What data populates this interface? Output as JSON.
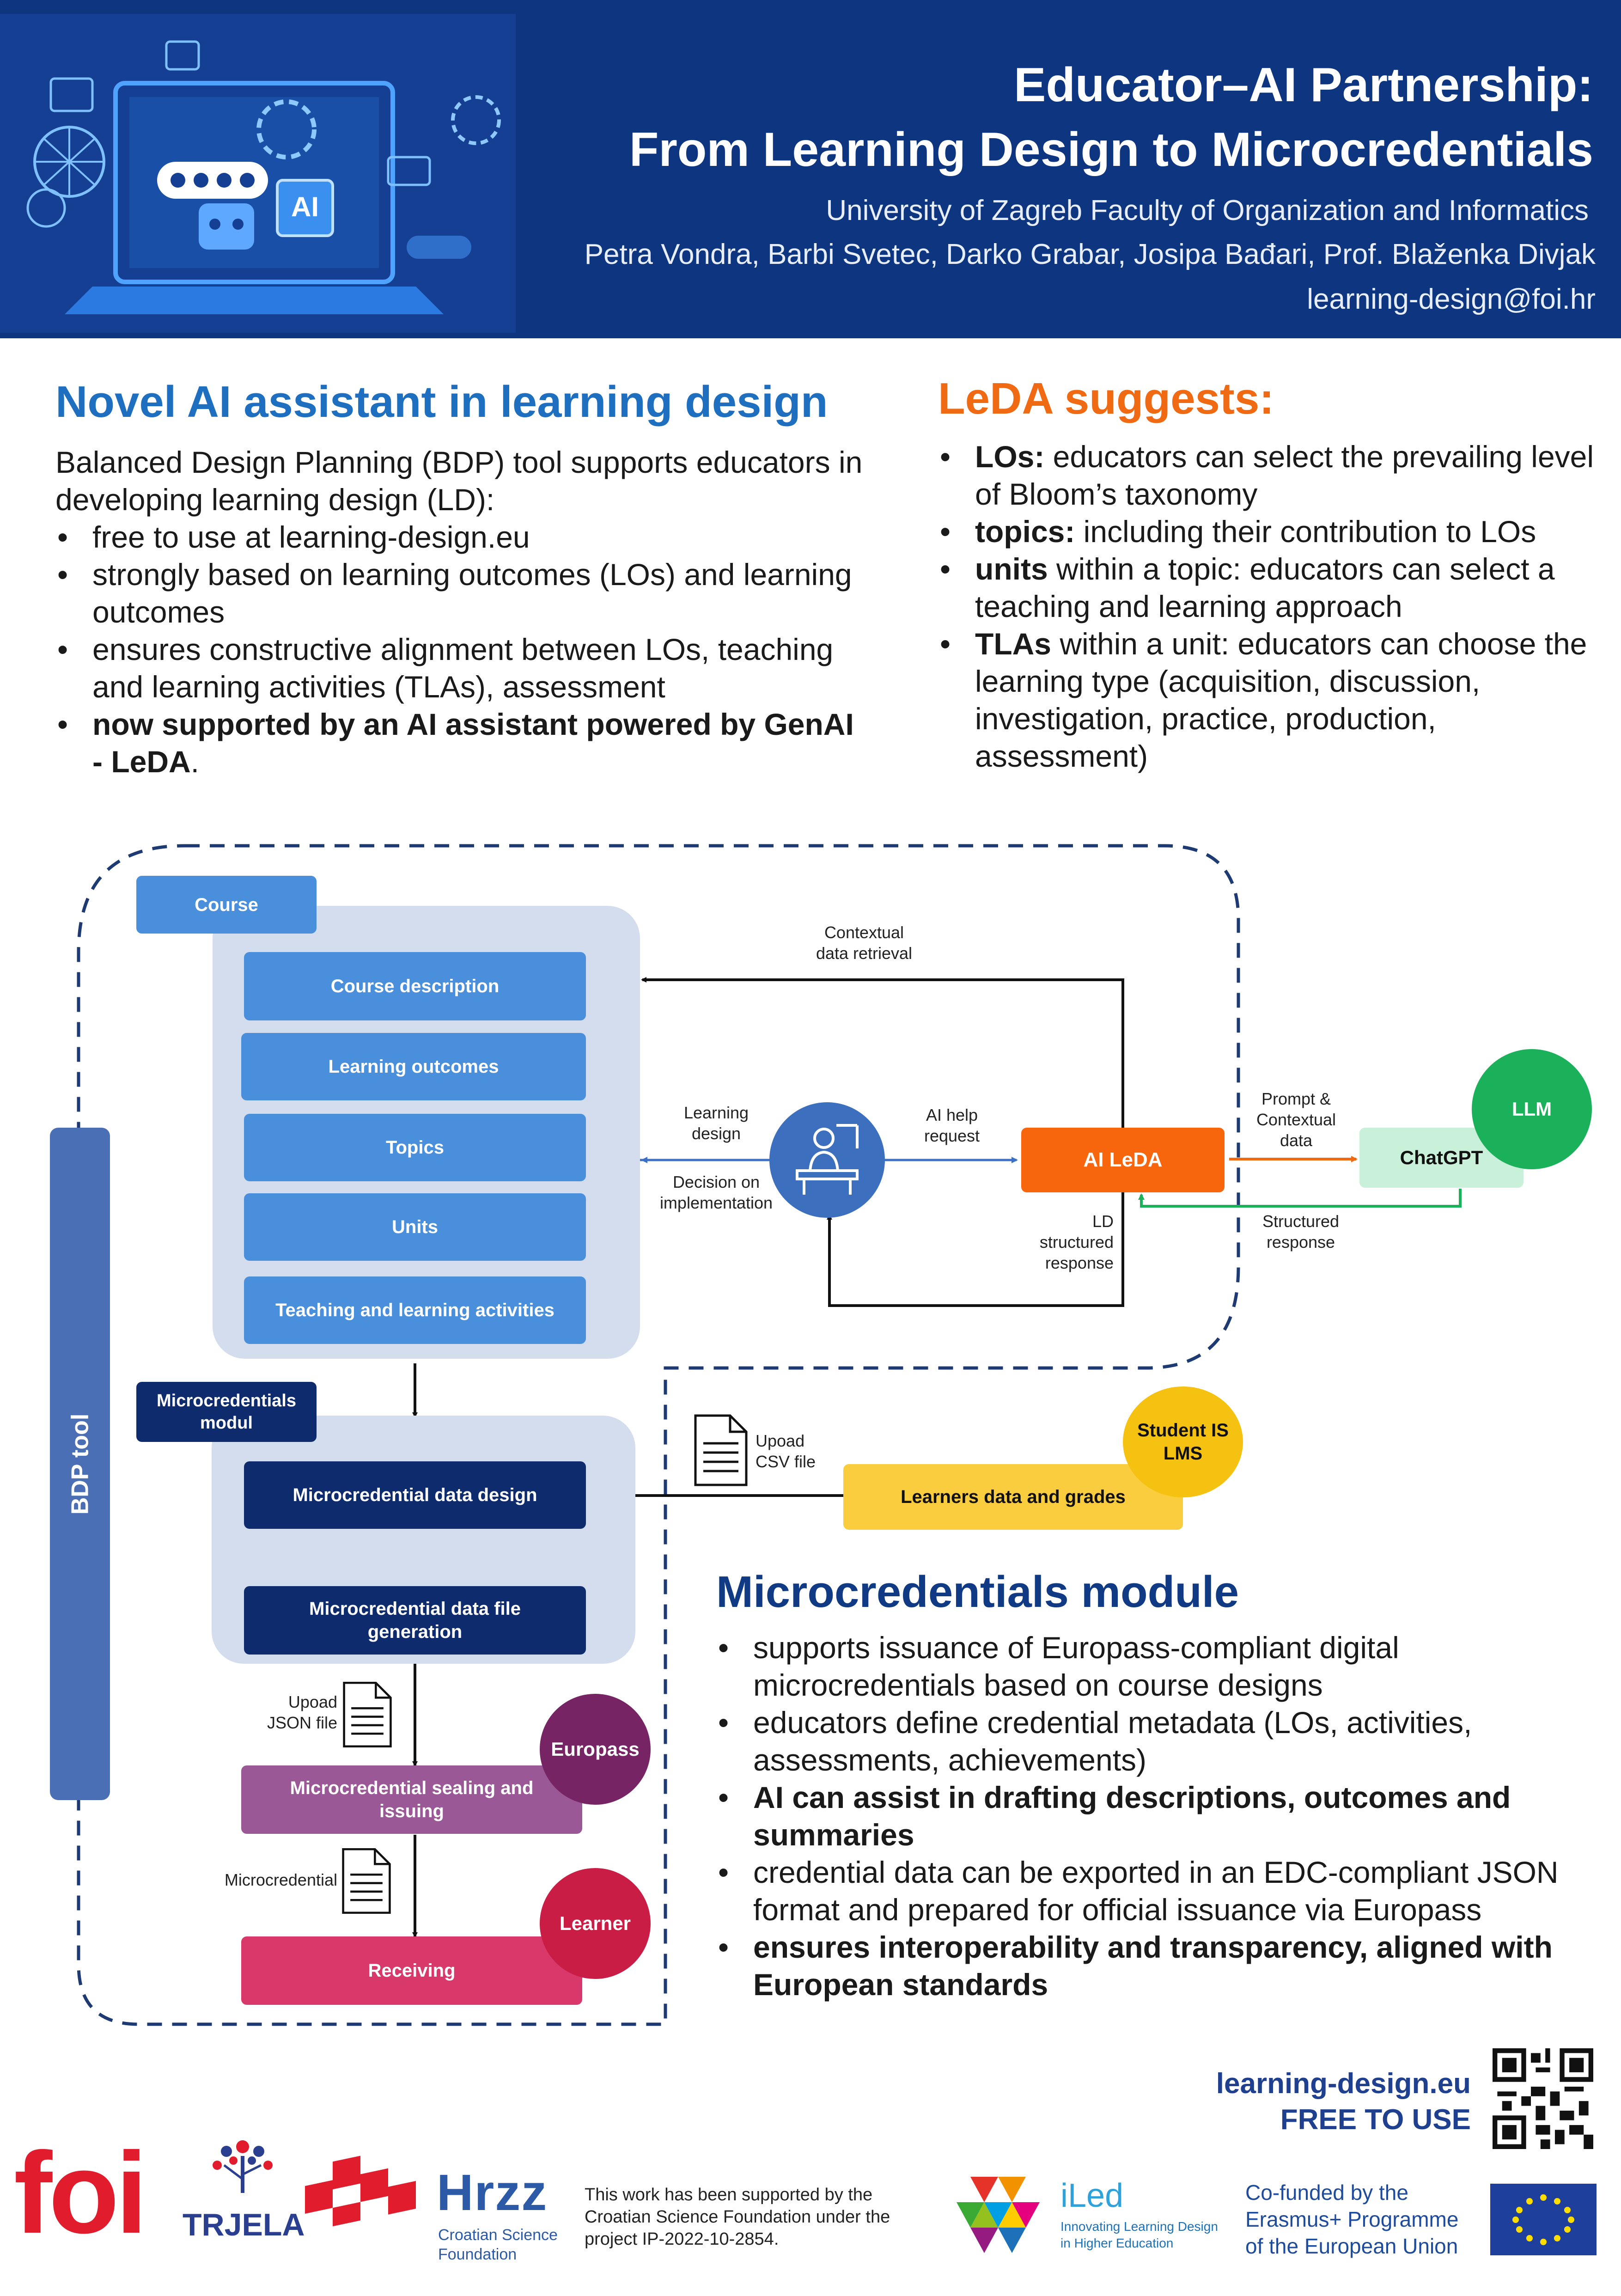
{
  "header": {
    "art_label": "AI",
    "title_line1": "Educator–AI Partnership:",
    "title_line2": "From Learning Design to Microcredentials",
    "institution": "University of Zagreb Faculty of Organization and Informatics",
    "authors": "Petra Vondra, Barbi Svetec, Darko Grabar, Josipa Bađari, Prof. Blaženka Divjak",
    "email": "learning-design@foi.hr"
  },
  "novel": {
    "title": "Novel AI assistant in learning design",
    "intro": "Balanced Design Planning (BDP) tool supports educators in developing learning design (LD):",
    "bullets": [
      "free to use at learning-design.eu",
      "strongly based on learning outcomes (LOs) and learning outcomes",
      "ensures constructive alignment between LOs, teaching and learning activities (TLAs), assessment"
    ],
    "bullet_bold": "now supported by an AI assistant powered by GenAI - LeDA",
    "bullet_bold_end": "."
  },
  "leda": {
    "title": "LeDA suggests:",
    "items": [
      {
        "term": "LOs:",
        "text": " educators can select the prevailing level of Bloom’s taxonomy"
      },
      {
        "term": "topics:",
        "text": " including their contribution to LOs"
      },
      {
        "term": "units",
        "text": " within a topic: educators can select a teaching and learning approach"
      },
      {
        "term": "TLAs",
        "text": " within a unit: educators can choose the learning type (acquisition, discussion, investigation, practice, production, assessment)"
      }
    ]
  },
  "diagram": {
    "course_tag": "Course",
    "course_items": [
      "Course description",
      "Learning outcomes",
      "Topics",
      "Units",
      "Teaching and learning activities"
    ],
    "bdp_tool": "BDP tool",
    "contextual_retrieval": "Contextual\ndata retrieval",
    "learning_design": "Learning\ndesign",
    "decision": "Decision on\nimplementation",
    "ai_help": "AI help\nrequest",
    "ai_leda": "AI LeDA",
    "prompt": "Prompt &\nContextual\ndata",
    "chatgpt": "ChatGPT",
    "llm": "LLM",
    "structured_response": "Structured\nresponse",
    "ld_structured_response": "LD\nstructured\nresponse",
    "micro_tag": "Microcredentials\nmodul",
    "micro_data_design": "Microcredential data design",
    "micro_file_gen": "Microcredential data file\ngeneration",
    "upload_csv": "Upoad\nCSV file",
    "learners_data": "Learners data and grades",
    "student_is": "Student IS\nLMS",
    "upload_json": "Upoad\nJSON file",
    "europass": "Europass",
    "sealing": "Microcredential sealing and\nissuing",
    "microcredential_label": "Microcredential",
    "learner": "Learner",
    "receiving": "Receiving"
  },
  "micro": {
    "title": "Microcredentials module",
    "bullets": [
      {
        "text": "supports issuance of Europass-compliant digital microcredentials based on course designs",
        "bold": false
      },
      {
        "text": "educators define credential metadata (LOs, activities, assessments, achievements)",
        "bold": false
      },
      {
        "text": "AI can assist in drafting descriptions, outcomes and summaries",
        "bold": true
      },
      {
        "text": "credential data can be exported in an EDC-compliant JSON format and prepared for official issuance via Europass",
        "bold": false
      },
      {
        "text": "ensures interoperability and transparency, aligned with European standards",
        "bold": true
      }
    ]
  },
  "footer": {
    "site": "learning-design.eu",
    "free": "FREE TO USE",
    "foi": "foi",
    "trjela": "TRJELA",
    "hrzz": "Hrzz",
    "hrzz_sub": "Croatian Science\nFoundation",
    "support": "This work has been supported by the Croatian Science Foundation under the project IP-2022-10-2854.",
    "iled": "iLed",
    "iled_sub": "Innovating Learning Design\nin Higher Education",
    "cofunded": "Co-funded by the\nErasmus+ Programme\nof the European Union"
  },
  "colors": {
    "header_bg": "#0d3580",
    "title_blue": "#1f6fc0",
    "title_navy": "#103a84",
    "leda_orange": "#f06a14",
    "course_blue": "#4a8fdc",
    "micro_navy": "#0e2b6e",
    "orange_box": "#f7650d",
    "chatgpt_green": "#c9f0d9",
    "llm_green": "#1bb15a",
    "yellow": "#f9cd3e",
    "purple": "#9b5896",
    "europass": "#772464",
    "pink": "#d8386a",
    "learner": "#c91d45"
  }
}
